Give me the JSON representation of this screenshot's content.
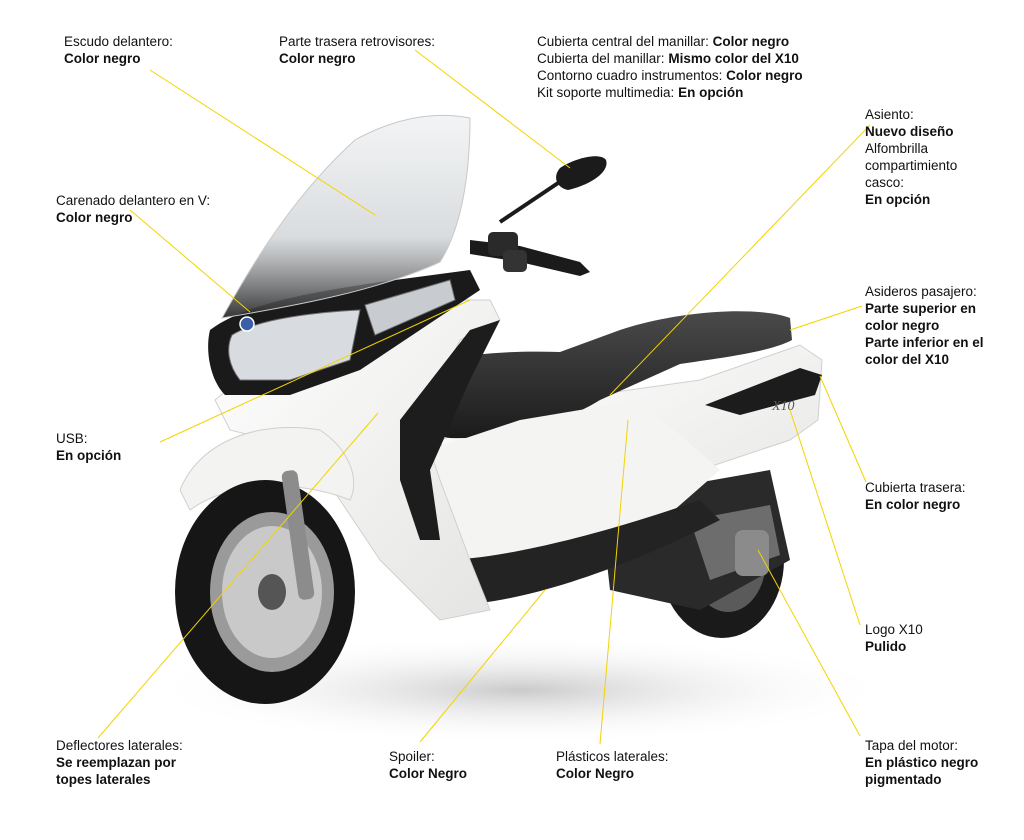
{
  "callouts": {
    "escudo": {
      "name": "Escudo delantero:",
      "value": "Color negro"
    },
    "retrovisores": {
      "name": "Parte trasera retrovisores:",
      "value": "Color negro"
    },
    "manillar": [
      {
        "name": "Cubierta central del manillar:",
        "value": "Color negro"
      },
      {
        "name": "Cubierta del manillar:",
        "value": "Mismo color del X10"
      },
      {
        "name": "Contorno cuadro instrumentos:",
        "value": "Color negro"
      },
      {
        "name": "Kit soporte multimedia:",
        "value": "En opción"
      }
    ],
    "asiento": {
      "name": "Asiento:",
      "value": "Nuevo diseño",
      "name2": "Alfombrilla compartimiento casco:",
      "value2": "En opción"
    },
    "carenado": {
      "name": "Carenado delantero en V:",
      "value": "Color negro"
    },
    "asideros": {
      "name": "Asideros pasajero:",
      "value": "Parte superior en color negro",
      "value2": "Parte inferior en el color del X10"
    },
    "usb": {
      "name": "USB:",
      "value": "En opción"
    },
    "cubierta_trasera": {
      "name": "Cubierta trasera:",
      "value": "En color negro"
    },
    "logo": {
      "name": "Logo X10",
      "value": "Pulido"
    },
    "deflectores": {
      "name": "Deflectores laterales:",
      "value": "Se reemplazan por topes laterales"
    },
    "spoiler": {
      "name": "Spoiler:",
      "value": "Color Negro"
    },
    "plasticos": {
      "name": "Plásticos laterales:",
      "value": "Color Negro"
    },
    "tapa_motor": {
      "name": "Tapa del motor:",
      "value": "En plástico negro pigmentado"
    }
  },
  "scooter": {
    "model_badge": "X10"
  },
  "colors": {
    "leader_line": "#f2d400",
    "body_white": "#f7f7f5",
    "trim_black": "#1c1c1c"
  }
}
